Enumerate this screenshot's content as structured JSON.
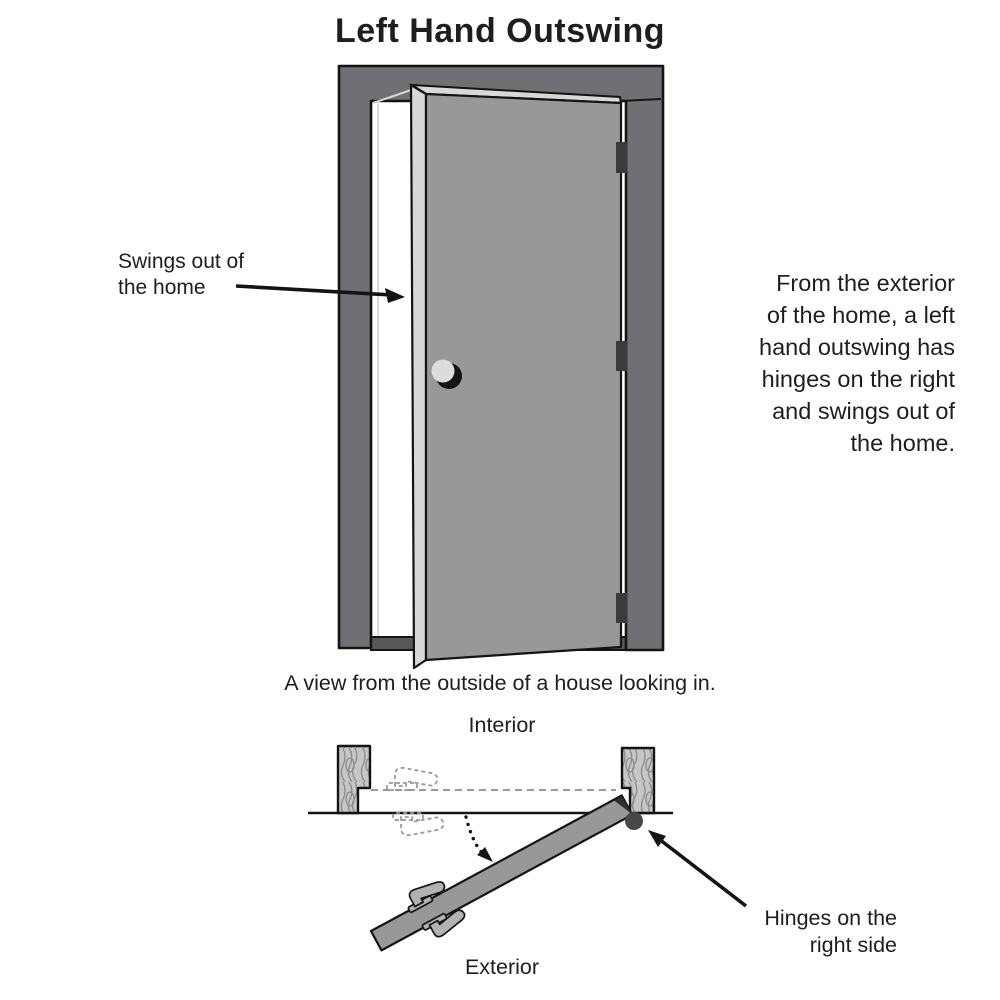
{
  "title": "Left Hand Outswing",
  "front_view": {
    "swing_label": "Swings out of\nthe home",
    "description": "From the exterior\nof the home, a left\nhand outswing has\nhinges on the right\nand swings out of\nthe home.",
    "caption": "A view from the outside of a house looking in."
  },
  "plan_view": {
    "interior_label": "Interior",
    "exterior_label": "Exterior",
    "hinge_label": "Hinges on the\nright side"
  },
  "colors": {
    "frame": "#6f7073",
    "door": "#989898",
    "door_edge": "#d8d8d8",
    "threshold": "#58585a",
    "hinge": "#3b3b3d",
    "hinge_dot": "#47474a",
    "knob": "#dcdcdc",
    "phantom": "#9a9a9a",
    "wood_bg": "#c6c6c6",
    "wood_grain": "#8a8a8a",
    "line": "#141414",
    "text": "#1e1e1e"
  }
}
